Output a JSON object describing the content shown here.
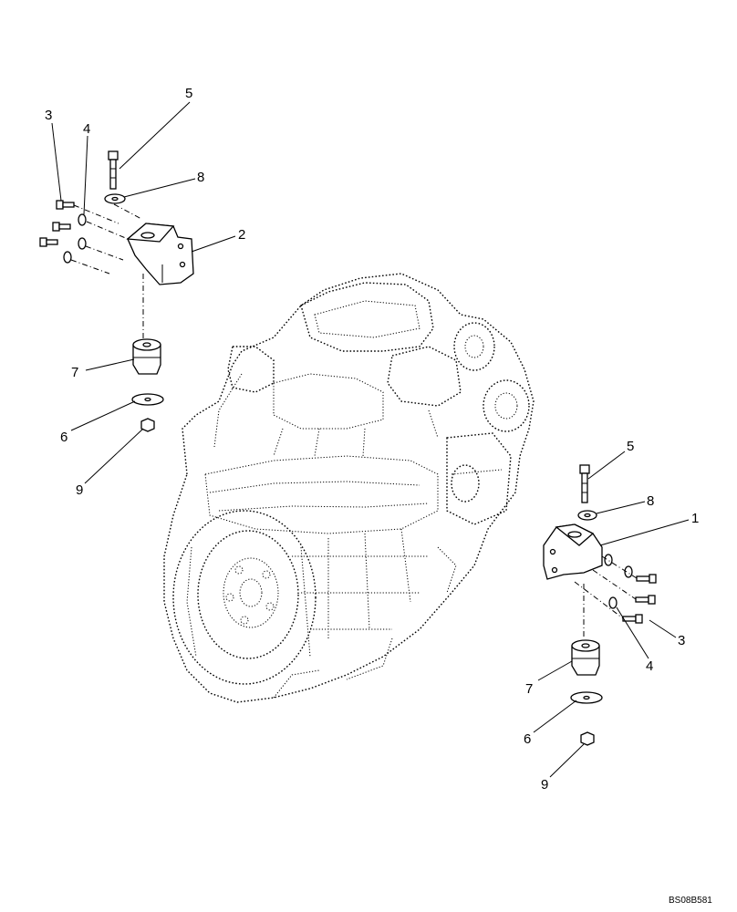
{
  "callouts": {
    "left": {
      "c5": "5",
      "c3": "3",
      "c4": "4",
      "c8": "8",
      "c2": "2",
      "c7": "7",
      "c6": "6",
      "c9": "9"
    },
    "right": {
      "c5": "5",
      "c8": "8",
      "c1": "1",
      "c3": "3",
      "c4": "4",
      "c7": "7",
      "c6": "6",
      "c9": "9"
    }
  },
  "drawing_code": "BS08B581"
}
